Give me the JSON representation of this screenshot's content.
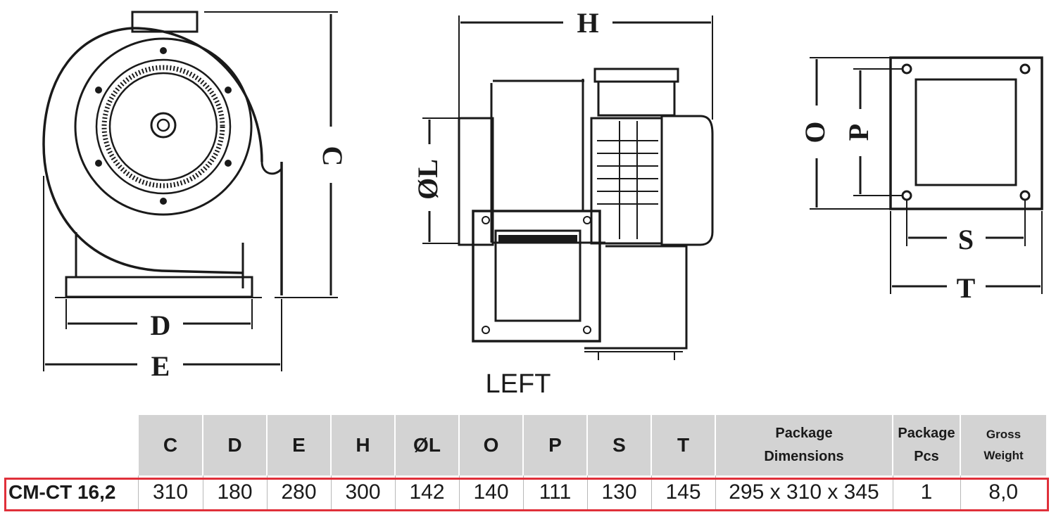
{
  "drawing": {
    "front_view": {
      "label_c": "C",
      "label_d": "D",
      "label_e": "E"
    },
    "side_view": {
      "label_h": "H",
      "label_l": "ØL",
      "caption": "LEFT"
    },
    "outlet_view": {
      "label_o": "O",
      "label_p": "P",
      "label_s": "S",
      "label_t": "T"
    }
  },
  "spec_table": {
    "headers": [
      "C",
      "D",
      "E",
      "H",
      "ØL",
      "O",
      "P",
      "S",
      "T"
    ],
    "package_dimensions_header": [
      "Package",
      "Dimensions"
    ],
    "package_pcs_header": [
      "Package",
      "Pcs"
    ],
    "gross_weight_header": [
      "Gross",
      "Weight"
    ],
    "row": {
      "model": "CM-CT 16,2",
      "values": [
        "310",
        "180",
        "280",
        "300",
        "142",
        "140",
        "111",
        "130",
        "145"
      ],
      "package_dimensions": "295 x 310 x 345",
      "package_pcs": "1",
      "gross_weight": "8,0"
    },
    "highlight_color": "#e0303a",
    "header_bg": "#d3d3d3"
  }
}
